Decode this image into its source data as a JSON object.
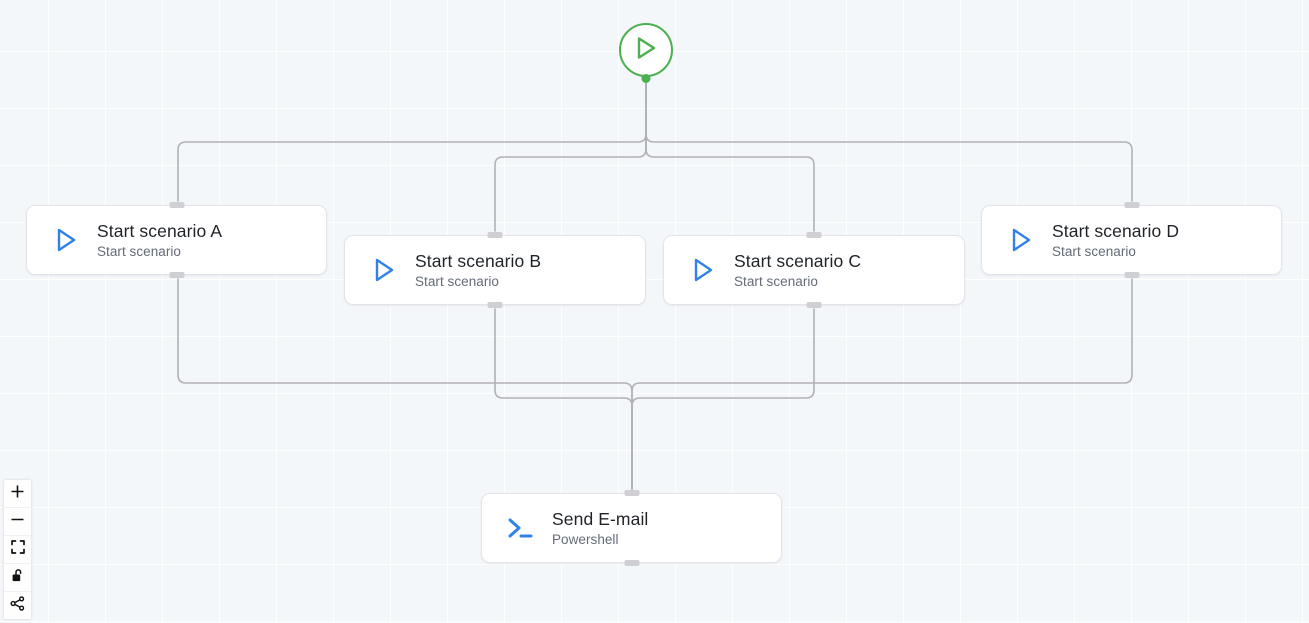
{
  "canvas": {
    "background_color": "#f4f7fa",
    "grid_line_color": "#ffffff",
    "edge_color": "#b1b1b7",
    "handle_color": "#cfcfd4"
  },
  "start_node": {
    "name": "start-trigger",
    "icon": "play-triangle-icon",
    "accent_color": "#4caf50",
    "label": ""
  },
  "nodes": [
    {
      "id": "node-a",
      "title": "Start scenario A",
      "subtitle": "Start scenario",
      "icon": "play-triangle-icon",
      "icon_color": "#3182e8"
    },
    {
      "id": "node-b",
      "title": "Start scenario B",
      "subtitle": "Start scenario",
      "icon": "play-triangle-icon",
      "icon_color": "#3182e8"
    },
    {
      "id": "node-c",
      "title": "Start scenario C",
      "subtitle": "Start scenario",
      "icon": "play-triangle-icon",
      "icon_color": "#3182e8"
    },
    {
      "id": "node-d",
      "title": "Start scenario D",
      "subtitle": "Start scenario",
      "icon": "play-triangle-icon",
      "icon_color": "#3182e8"
    },
    {
      "id": "node-email",
      "title": "Send E-mail",
      "subtitle": "Powershell",
      "icon": "terminal-prompt-icon",
      "icon_color": "#3182e8"
    }
  ],
  "controls": [
    {
      "name": "zoom-in-button",
      "icon": "plus-icon"
    },
    {
      "name": "zoom-out-button",
      "icon": "minus-icon"
    },
    {
      "name": "fit-view-button",
      "icon": "fit-screen-icon"
    },
    {
      "name": "lock-toggle-button",
      "icon": "unlock-padlock-icon"
    },
    {
      "name": "interactivity-button",
      "icon": "share-nodes-icon"
    }
  ]
}
